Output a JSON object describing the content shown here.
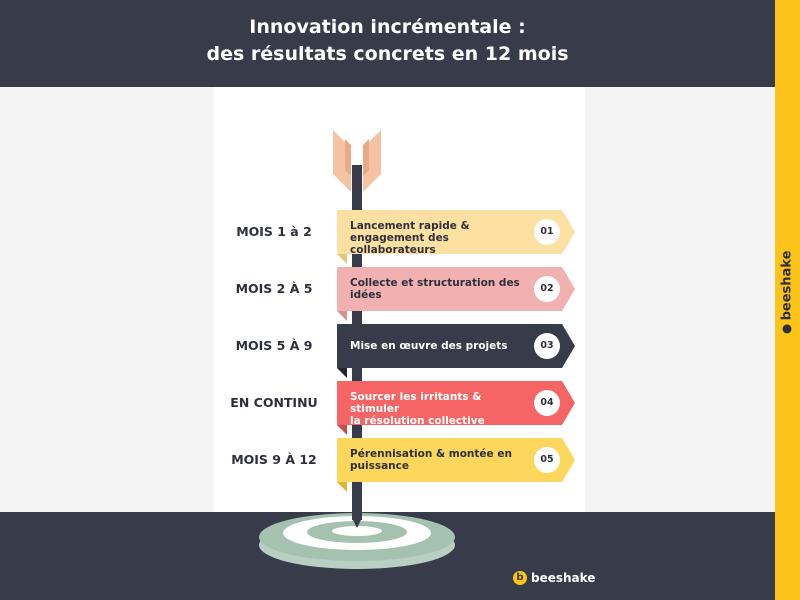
{
  "title": {
    "line1": "Innovation incrémentale :",
    "line2": "des résultats concrets en 12 mois"
  },
  "steps": [
    {
      "period": "MOIS 1 à 2",
      "text_lines": [
        "Lancement rapide &",
        "engagement des collaborateurs"
      ],
      "number": "01",
      "color": "#fbe0a1",
      "text_color": "#2d303c",
      "num_bg": "#ffffff"
    },
    {
      "period": "MOIS 2 À 5",
      "text_lines": [
        "Collecte et structuration des",
        "idées"
      ],
      "number": "02",
      "color": "#f2b1b1",
      "text_color": "#2d303c",
      "num_bg": "#ffffff"
    },
    {
      "period": "MOIS 5 À 9",
      "text_lines": [
        "Mise en œuvre des projets"
      ],
      "number": "03",
      "color": "#373b4a",
      "text_color": "#ffffff",
      "num_bg": "#ffffff"
    },
    {
      "period": "EN CONTINU",
      "text_lines": [
        "Sourcer les irritants & stimuler",
        "la résolution collective"
      ],
      "number": "04",
      "color": "#f56565",
      "text_color": "#ffffff",
      "num_bg": "#ffffff"
    },
    {
      "period": "MOIS 9 À 12",
      "text_lines": [
        "Pérennisation & montée en",
        "puissance"
      ],
      "number": "05",
      "color": "#fcd75b",
      "text_color": "#2d303c",
      "num_bg": "#ffffff"
    }
  ],
  "brand": {
    "name": "beeshake",
    "icon_letter": "b",
    "accent_color": "#fcc419",
    "dark_color": "#373b4a"
  },
  "colors": {
    "pole": "#373b4a",
    "feather": "#f3c3a3",
    "feather_dark": "#e9a987",
    "target_outer": "#c9dccf",
    "target_ring": "#a5c2b1",
    "target_center": "#ffffff"
  }
}
